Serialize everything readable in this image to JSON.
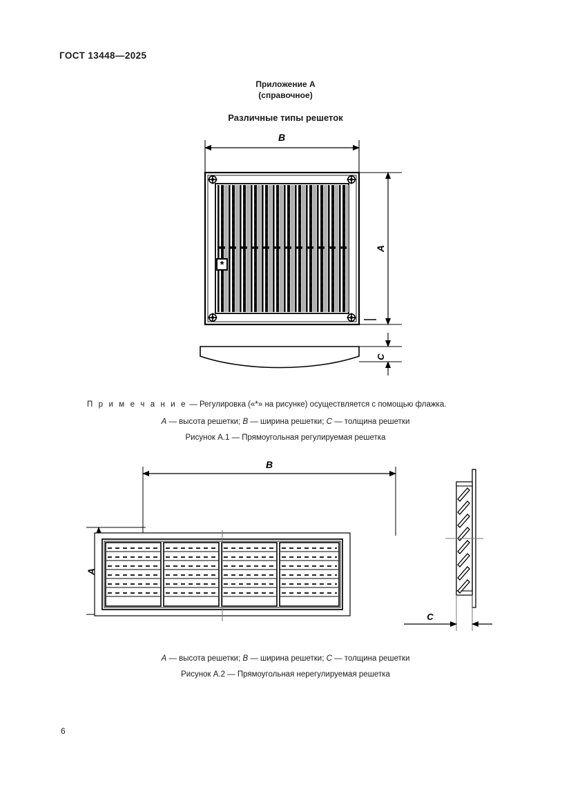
{
  "document": {
    "standard_header": "ГОСТ 13448—2025",
    "page_number": "6"
  },
  "annex": {
    "heading": "Приложение А",
    "subheading": "(справочное)",
    "section_title": "Различные типы решеток"
  },
  "note": {
    "label": "П р и м е ч а н и е",
    "text": "  — Регулировка («*» на рисунке) осуществляется с помощью флажка."
  },
  "figure_1": {
    "legend_parts": {
      "a_symbol": "A",
      "a_text": " — высота решетки; ",
      "b_symbol": "B",
      "b_text": " — ширина решетки; ",
      "c_symbol": "C",
      "c_text": " — толщина решетки"
    },
    "caption": "Рисунок А.1 — Прямоугольная регулируемая решетка",
    "dimensions": {
      "width_label": "B",
      "height_label": "A",
      "thickness_label": "C"
    },
    "adjust_marker": "*",
    "blade_count": 33,
    "screw_count": 4
  },
  "figure_2": {
    "legend_parts": {
      "a_symbol": "A",
      "a_text": " — высота решетки; ",
      "b_symbol": "B",
      "b_text": " — ширина решетки; ",
      "c_symbol": "C",
      "c_text": " — толщина решетки"
    },
    "caption": "Рисунок А.2 — Прямоугольная нерегулируемая решетка",
    "dimensions": {
      "width_label": "B",
      "height_label": "A",
      "thickness_label": "C"
    },
    "panel_count": 4,
    "blades_per_panel": 7,
    "side_blade_count": 8
  },
  "colors": {
    "ink": "#1a1a1a",
    "line": "#000000",
    "blade_fill": "#b8b8b8",
    "paper": "#ffffff"
  }
}
